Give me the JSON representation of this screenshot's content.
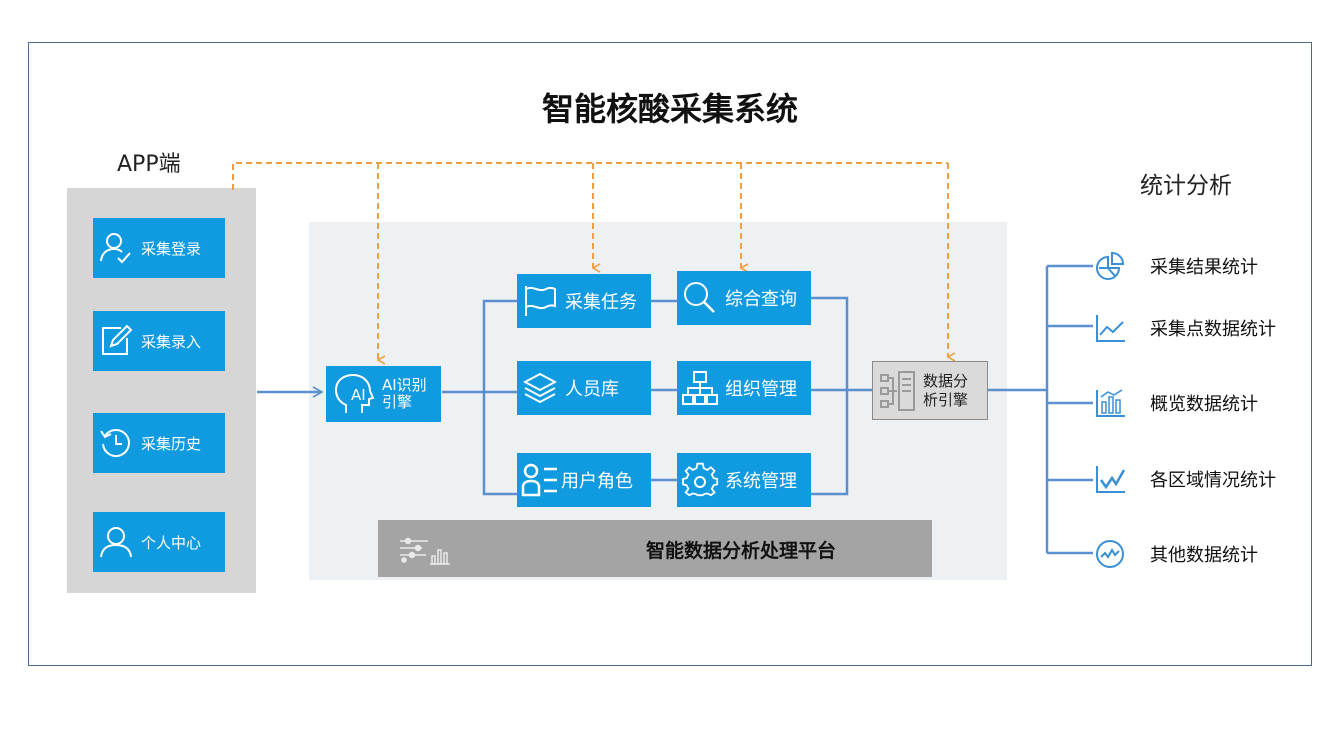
{
  "title": "智能核酸采集系统",
  "app": {
    "title": "APP端",
    "items": [
      {
        "label": "采集登录",
        "icon": "user-check-icon"
      },
      {
        "label": "采集录入",
        "icon": "edit-icon"
      },
      {
        "label": "采集历史",
        "icon": "history-icon"
      },
      {
        "label": "个人中心",
        "icon": "user-icon"
      }
    ]
  },
  "ai_engine": {
    "line1": "AI识别",
    "line2": "引擎",
    "icon": "ai-head-icon"
  },
  "platform": {
    "modules": [
      {
        "label": "采集任务",
        "icon": "flag-icon"
      },
      {
        "label": "综合查询",
        "icon": "search-icon"
      },
      {
        "label": "人员库",
        "icon": "layers-icon"
      },
      {
        "label": "组织管理",
        "icon": "org-chart-icon"
      },
      {
        "label": "用户角色",
        "icon": "user-list-icon"
      },
      {
        "label": "系统管理",
        "icon": "gear-icon"
      }
    ],
    "footer": "智能数据分析处理平台",
    "footer_icon": "data-analysis-icon"
  },
  "data_engine": {
    "line1": "数据分",
    "line2": "析引擎",
    "icon": "data-engine-icon"
  },
  "stats": {
    "title": "统计分析",
    "items": [
      {
        "label": "采集结果统计",
        "icon": "pie-chart-icon"
      },
      {
        "label": "采集点数据统计",
        "icon": "line-chart-icon"
      },
      {
        "label": "概览数据统计",
        "icon": "bar-chart-icon"
      },
      {
        "label": "各区域情况统计",
        "icon": "trend-chart-icon"
      },
      {
        "label": "其他数据统计",
        "icon": "pulse-chart-icon"
      }
    ]
  },
  "colors": {
    "accent": "#109ae0",
    "connector": "#5b8fd0",
    "dashed": "#f0a040"
  }
}
